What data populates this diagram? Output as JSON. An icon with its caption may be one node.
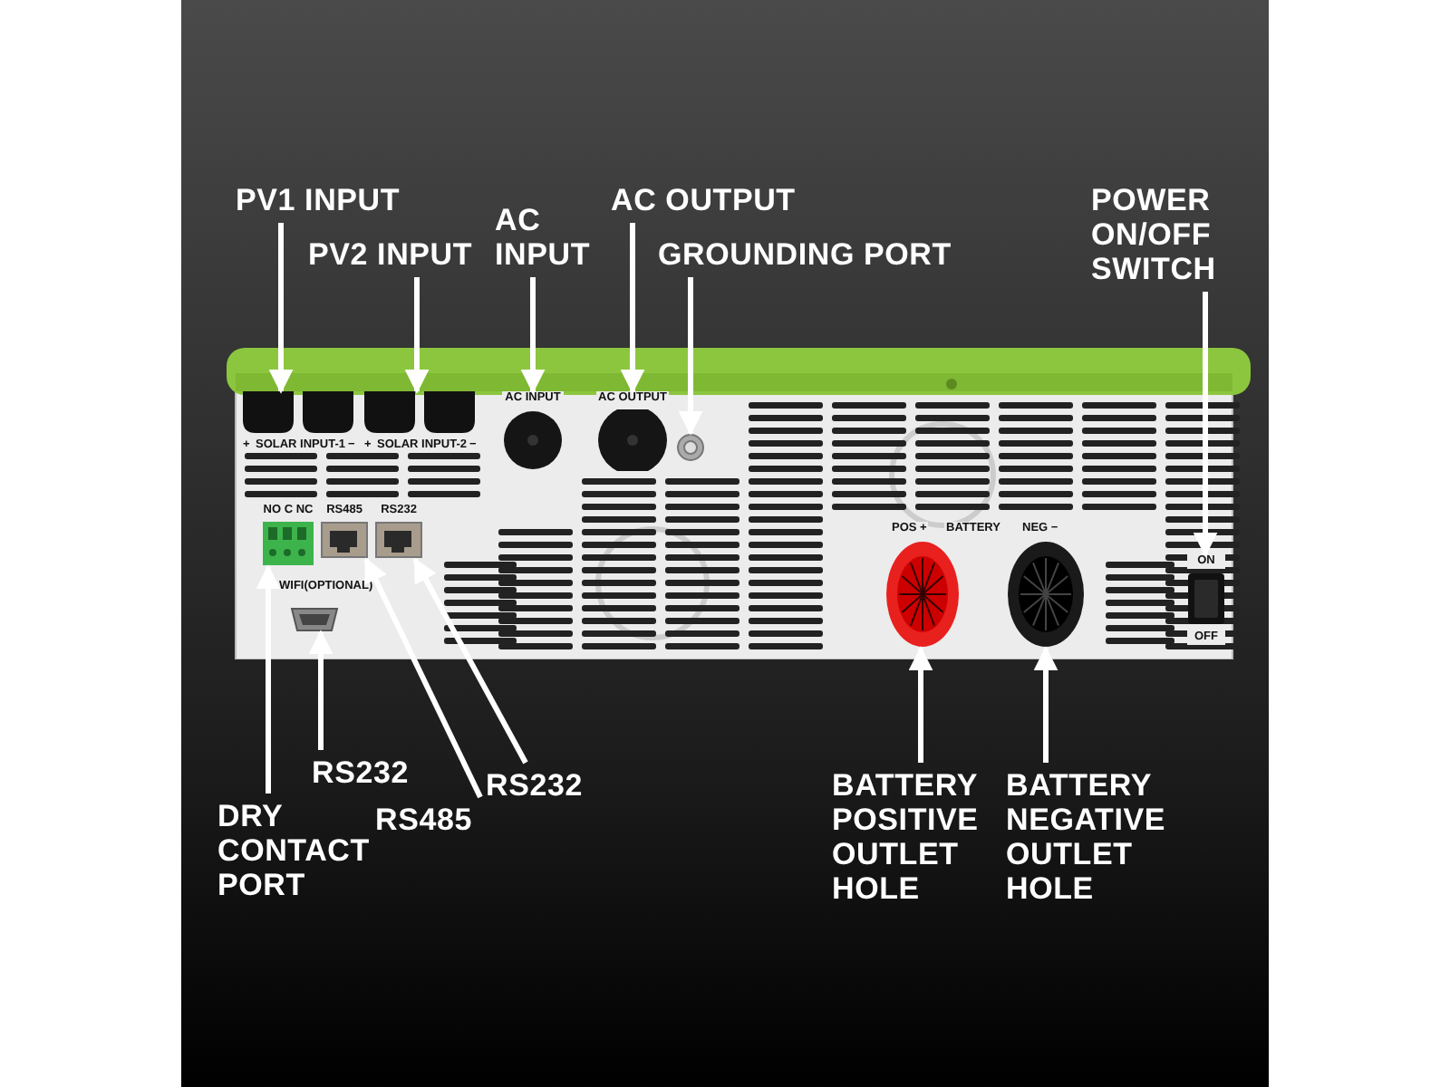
{
  "diagram": {
    "nodes": [
      {
        "text": [
          "PV1 INPUT"
        ]
      },
      {
        "text": [
          "PV2 INPUT"
        ]
      },
      {
        "text": [
          "AC INPUT"
        ]
      },
      {
        "text": [
          "AC OUTPUT"
        ]
      },
      {
        "text": [
          "GROUNDING PORT"
        ]
      },
      {
        "text": [
          "POWER ON/OFF SWITCH"
        ]
      },
      {
        "text": [
          "RS232"
        ]
      },
      {
        "text": [
          "DRY CONTACT PORT"
        ]
      },
      {
        "text": [
          "RS485"
        ]
      },
      {
        "text": [
          "RS232"
        ]
      },
      {
        "text": [
          "BATTERY POSITIVE OUTLET HOLE"
        ]
      },
      {
        "text": [
          "BATTERY NEGATIVE OUTLET HOLE"
        ]
      },
      {
        "text": [],
        "shape": "picture"
      },
      {
        "text": [],
        "shape": "picture",
        "in": 12
      },
      {
        "text": [],
        "shape": "picture",
        "in": 12
      },
      {
        "text": [],
        "shape": "picture",
        "in": 12
      },
      {
        "text": [],
        "shape": "picture",
        "in": 12
      },
      {
        "text": [],
        "shape": "picture",
        "in": 12
      },
      {
        "text": [],
        "shape": "picture",
        "in": 12
      },
      {
        "text": [],
        "shape": "picture",
        "in": 12
      },
      {
        "text": [],
        "shape": "picture",
        "in": 12
      },
      {
        "text": [],
        "shape": "picture",
        "in": 12
      },
      {
        "text": [],
        "shape": "picture",
        "in": 12
      },
      {
        "text": [],
        "shape": "picture",
        "in": 12
      },
      {
        "text": [],
        "shape": "picture",
        "in": 12
      }
    ],
    "edges": [
      {
        "from": 0,
        "to": 13,
        "arrow": "to"
      },
      {
        "from": 1,
        "to": 14,
        "arrow": "to"
      },
      {
        "from": 2,
        "to": 15,
        "arrow": "to"
      },
      {
        "from": 3,
        "to": 16,
        "arrow": "to"
      },
      {
        "from": 4,
        "to": 17,
        "arrow": "to"
      },
      {
        "from": 5,
        "to": 18,
        "arrow": "to"
      },
      {
        "from": 6,
        "to": 19,
        "arrow": "to"
      },
      {
        "from": 7,
        "to": 20,
        "arrow": "to"
      },
      {
        "from": 8,
        "to": 21,
        "arrow": "to"
      },
      {
        "from": 9,
        "to": 22,
        "arrow": "to"
      },
      {
        "from": 10,
        "to": 23,
        "arrow": "to"
      },
      {
        "from": 11,
        "to": 24,
        "arrow": "to"
      }
    ],
    "labels": [
      "+",
      "SOLAR INPUT-1",
      "−",
      "+",
      "SOLAR INPUT-2",
      "−",
      "AC INPUT",
      "AC OUTPUT",
      "NO C NC",
      "RS485",
      "RS232",
      "WIFI(OPTIONAL)",
      "POS +",
      "BATTERY",
      "NEG −",
      "ON",
      "OFF"
    ]
  }
}
